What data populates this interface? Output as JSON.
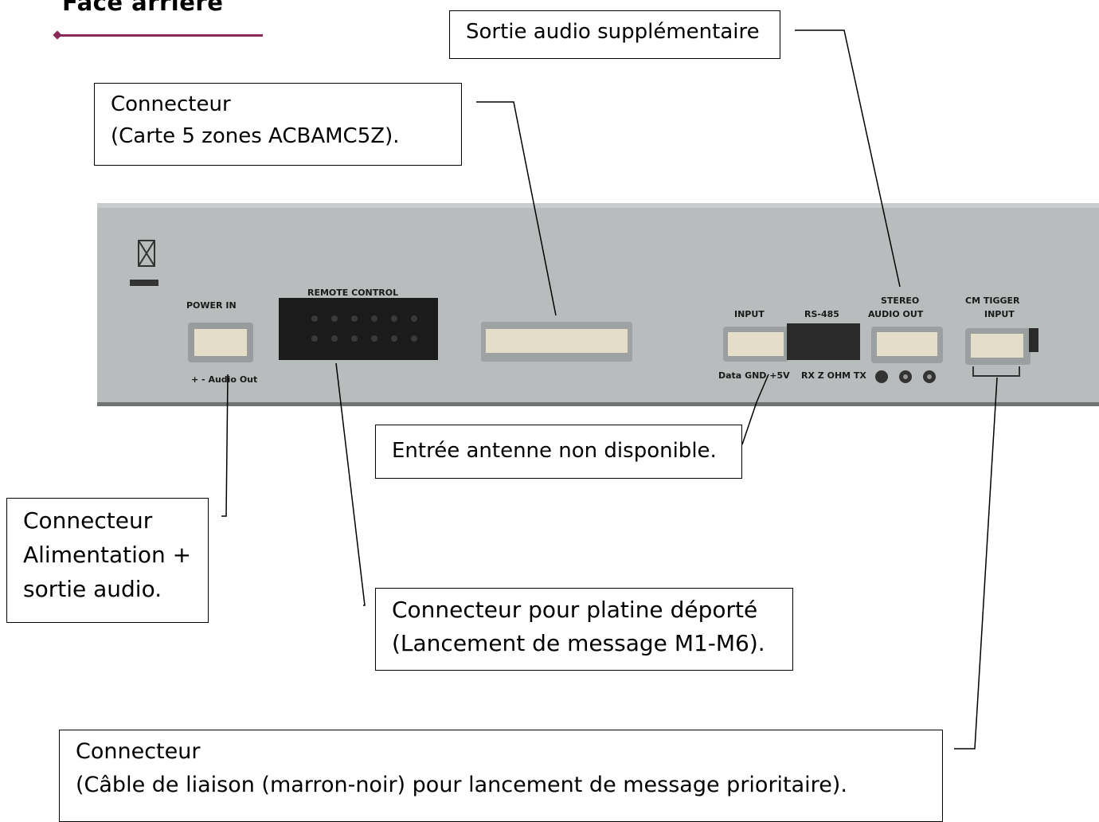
{
  "title": "Face arrière",
  "callouts": {
    "audio_out": [
      "Sortie audio supplémentaire"
    ],
    "zones": [
      "Connecteur",
      "(Carte 5 zones ACBAMC5Z)."
    ],
    "antenna": [
      "Entrée antenne non disponible."
    ],
    "power": [
      "Connecteur",
      "Alimentation +",
      "sortie audio."
    ],
    "remote": [
      "Connecteur  pour platine déporté",
      "(Lancement de message M1-M6)."
    ],
    "priority": [
      "Connecteur",
      "(Câble de liaison (marron-noir) pour lancement de message prioritaire)."
    ]
  },
  "panel": {
    "power_in": "POWER IN",
    "power_sub": "+  -  Audio Out",
    "remote_control": "REMOTE CONTROL",
    "input": "INPUT",
    "rs485": "RS-485",
    "stereo": "STEREO",
    "audio_out": "AUDIO OUT",
    "trigger": "CM TIGGER",
    "trigger_input": "INPUT",
    "bottom_left": "Data  GND  +5V",
    "bottom_mid": "RX  Z OHM  TX"
  },
  "colors": {
    "panel": "#b8bcbc",
    "accent": "#8a2a5a",
    "connector": "#e4ddc8"
  }
}
